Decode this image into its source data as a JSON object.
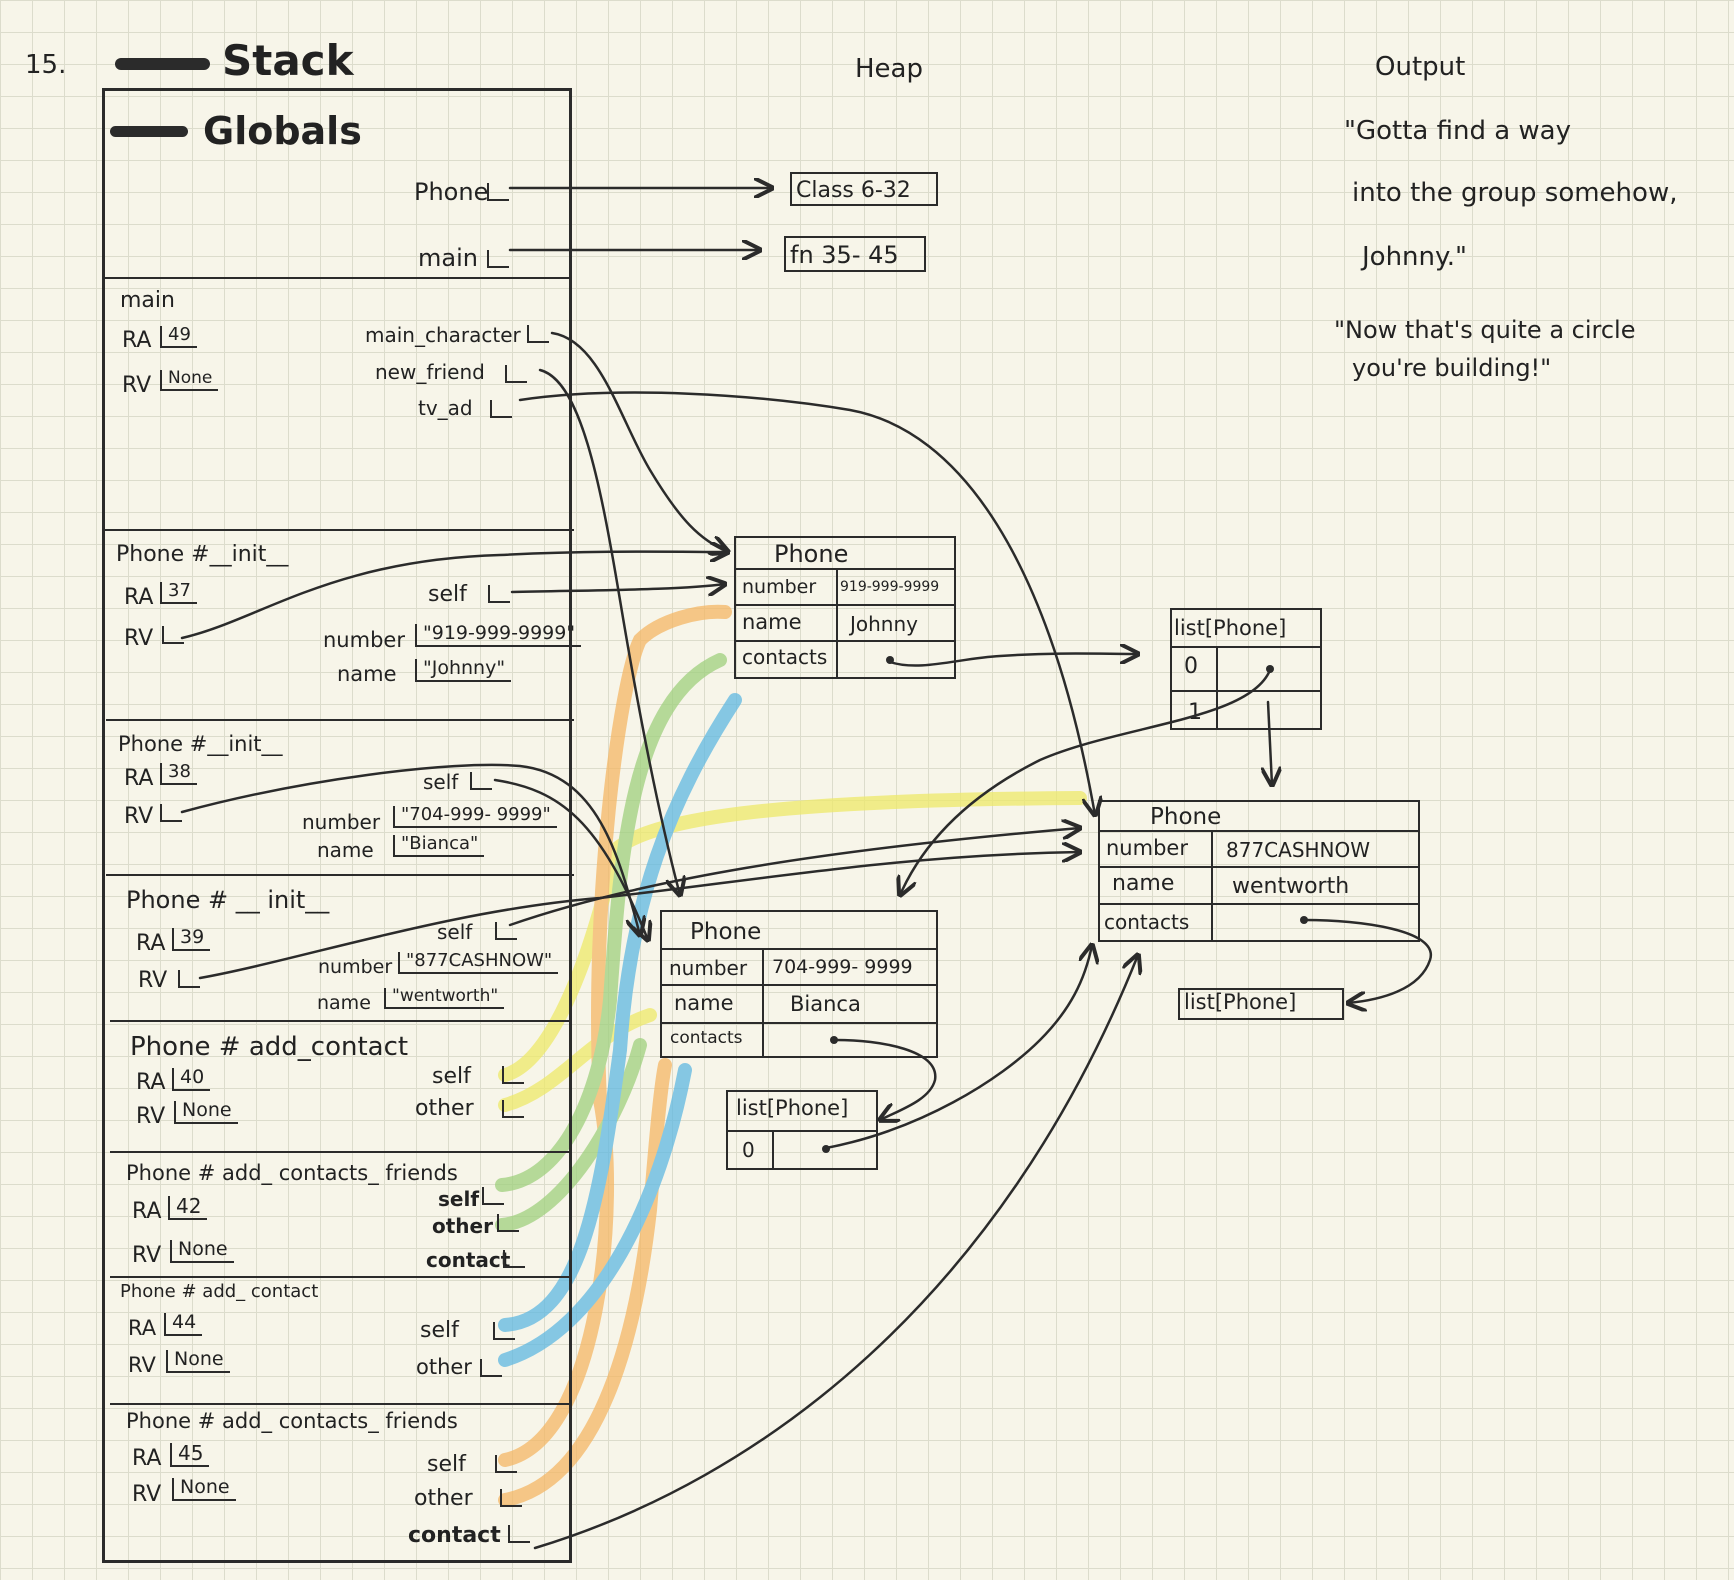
{
  "problem_number": "15.",
  "headings": {
    "stack": "Stack",
    "heap": "Heap",
    "output": "Output",
    "globals": "Globals"
  },
  "globals": {
    "phone_name": "Phone",
    "main_name": "main",
    "class_value": "Class 6-32",
    "fn_value": "fn 35- 45"
  },
  "frames": [
    {
      "title": "main",
      "ra": "49",
      "rv": "None",
      "vars": [
        "main_character",
        "new_friend",
        "tv_ad"
      ]
    },
    {
      "title": "Phone #__init__",
      "ra": "37",
      "rv": "",
      "self": "self",
      "number_label": "number",
      "number": "\"919-999-9999\"",
      "name_label": "name",
      "name": "\"Johnny\""
    },
    {
      "title": "Phone #__init__",
      "ra": "38",
      "rv": "",
      "self": "self",
      "number_label": "number",
      "number": "\"704-999- 9999\"",
      "name_label": "name",
      "name": "\"Bianca\""
    },
    {
      "title": "Phone # __ init__",
      "ra": "39",
      "rv": "",
      "self": "self",
      "number_label": "number",
      "number": "\"877CASHNOW\"",
      "name_label": "name",
      "name": "\"wentworth\""
    },
    {
      "title": "Phone # add_contact",
      "ra": "40",
      "rv": "None",
      "vars": [
        "self",
        "other"
      ]
    },
    {
      "title": "Phone # add_ contacts_ friends",
      "ra": "42",
      "rv": "None",
      "vars": [
        "self",
        "other",
        "contact"
      ]
    },
    {
      "title": "Phone # add_ contact",
      "ra": "44",
      "rv": "None",
      "vars": [
        "self",
        "other"
      ]
    },
    {
      "title": "Phone # add_ contacts_ friends",
      "ra": "45",
      "rv": "None",
      "vars": [
        "self",
        "other",
        "contact"
      ]
    }
  ],
  "labels": {
    "ra": "RA",
    "rv": "RV"
  },
  "heap": {
    "phone_johnny": {
      "title": "Phone",
      "number_label": "number",
      "number": "919-999-9999",
      "name_label": "name",
      "name": "Johnny",
      "contacts_label": "contacts"
    },
    "phone_bianca": {
      "title": "Phone",
      "number_label": "number",
      "number": "704-999- 9999",
      "name_label": "name",
      "name": "Bianca",
      "contacts_label": "contacts"
    },
    "phone_wentworth": {
      "title": "Phone",
      "number_label": "number",
      "number": "877CASHNOW",
      "name_label": "name",
      "name": "wentworth",
      "contacts_label": "contacts"
    },
    "list_johnny": {
      "title": "list[Phone]",
      "indices": [
        "0",
        "1"
      ]
    },
    "list_bianca": {
      "title": "list[Phone]",
      "indices": [
        "0"
      ]
    },
    "list_wentworth": {
      "title": "list[Phone]"
    }
  },
  "output": {
    "line1": "\"Gotta find a way",
    "line2": "into the group somehow,",
    "line3": "Johnny.\"",
    "line4": "\"Now that's quite a circle",
    "line5": "you're building!\""
  },
  "colors": {
    "ink": "#2b2b2b",
    "highlight_yellow": "#eeea6a",
    "highlight_orange": "#f5b765",
    "highlight_green": "#9fd07e",
    "highlight_blue": "#5fb8e2"
  }
}
